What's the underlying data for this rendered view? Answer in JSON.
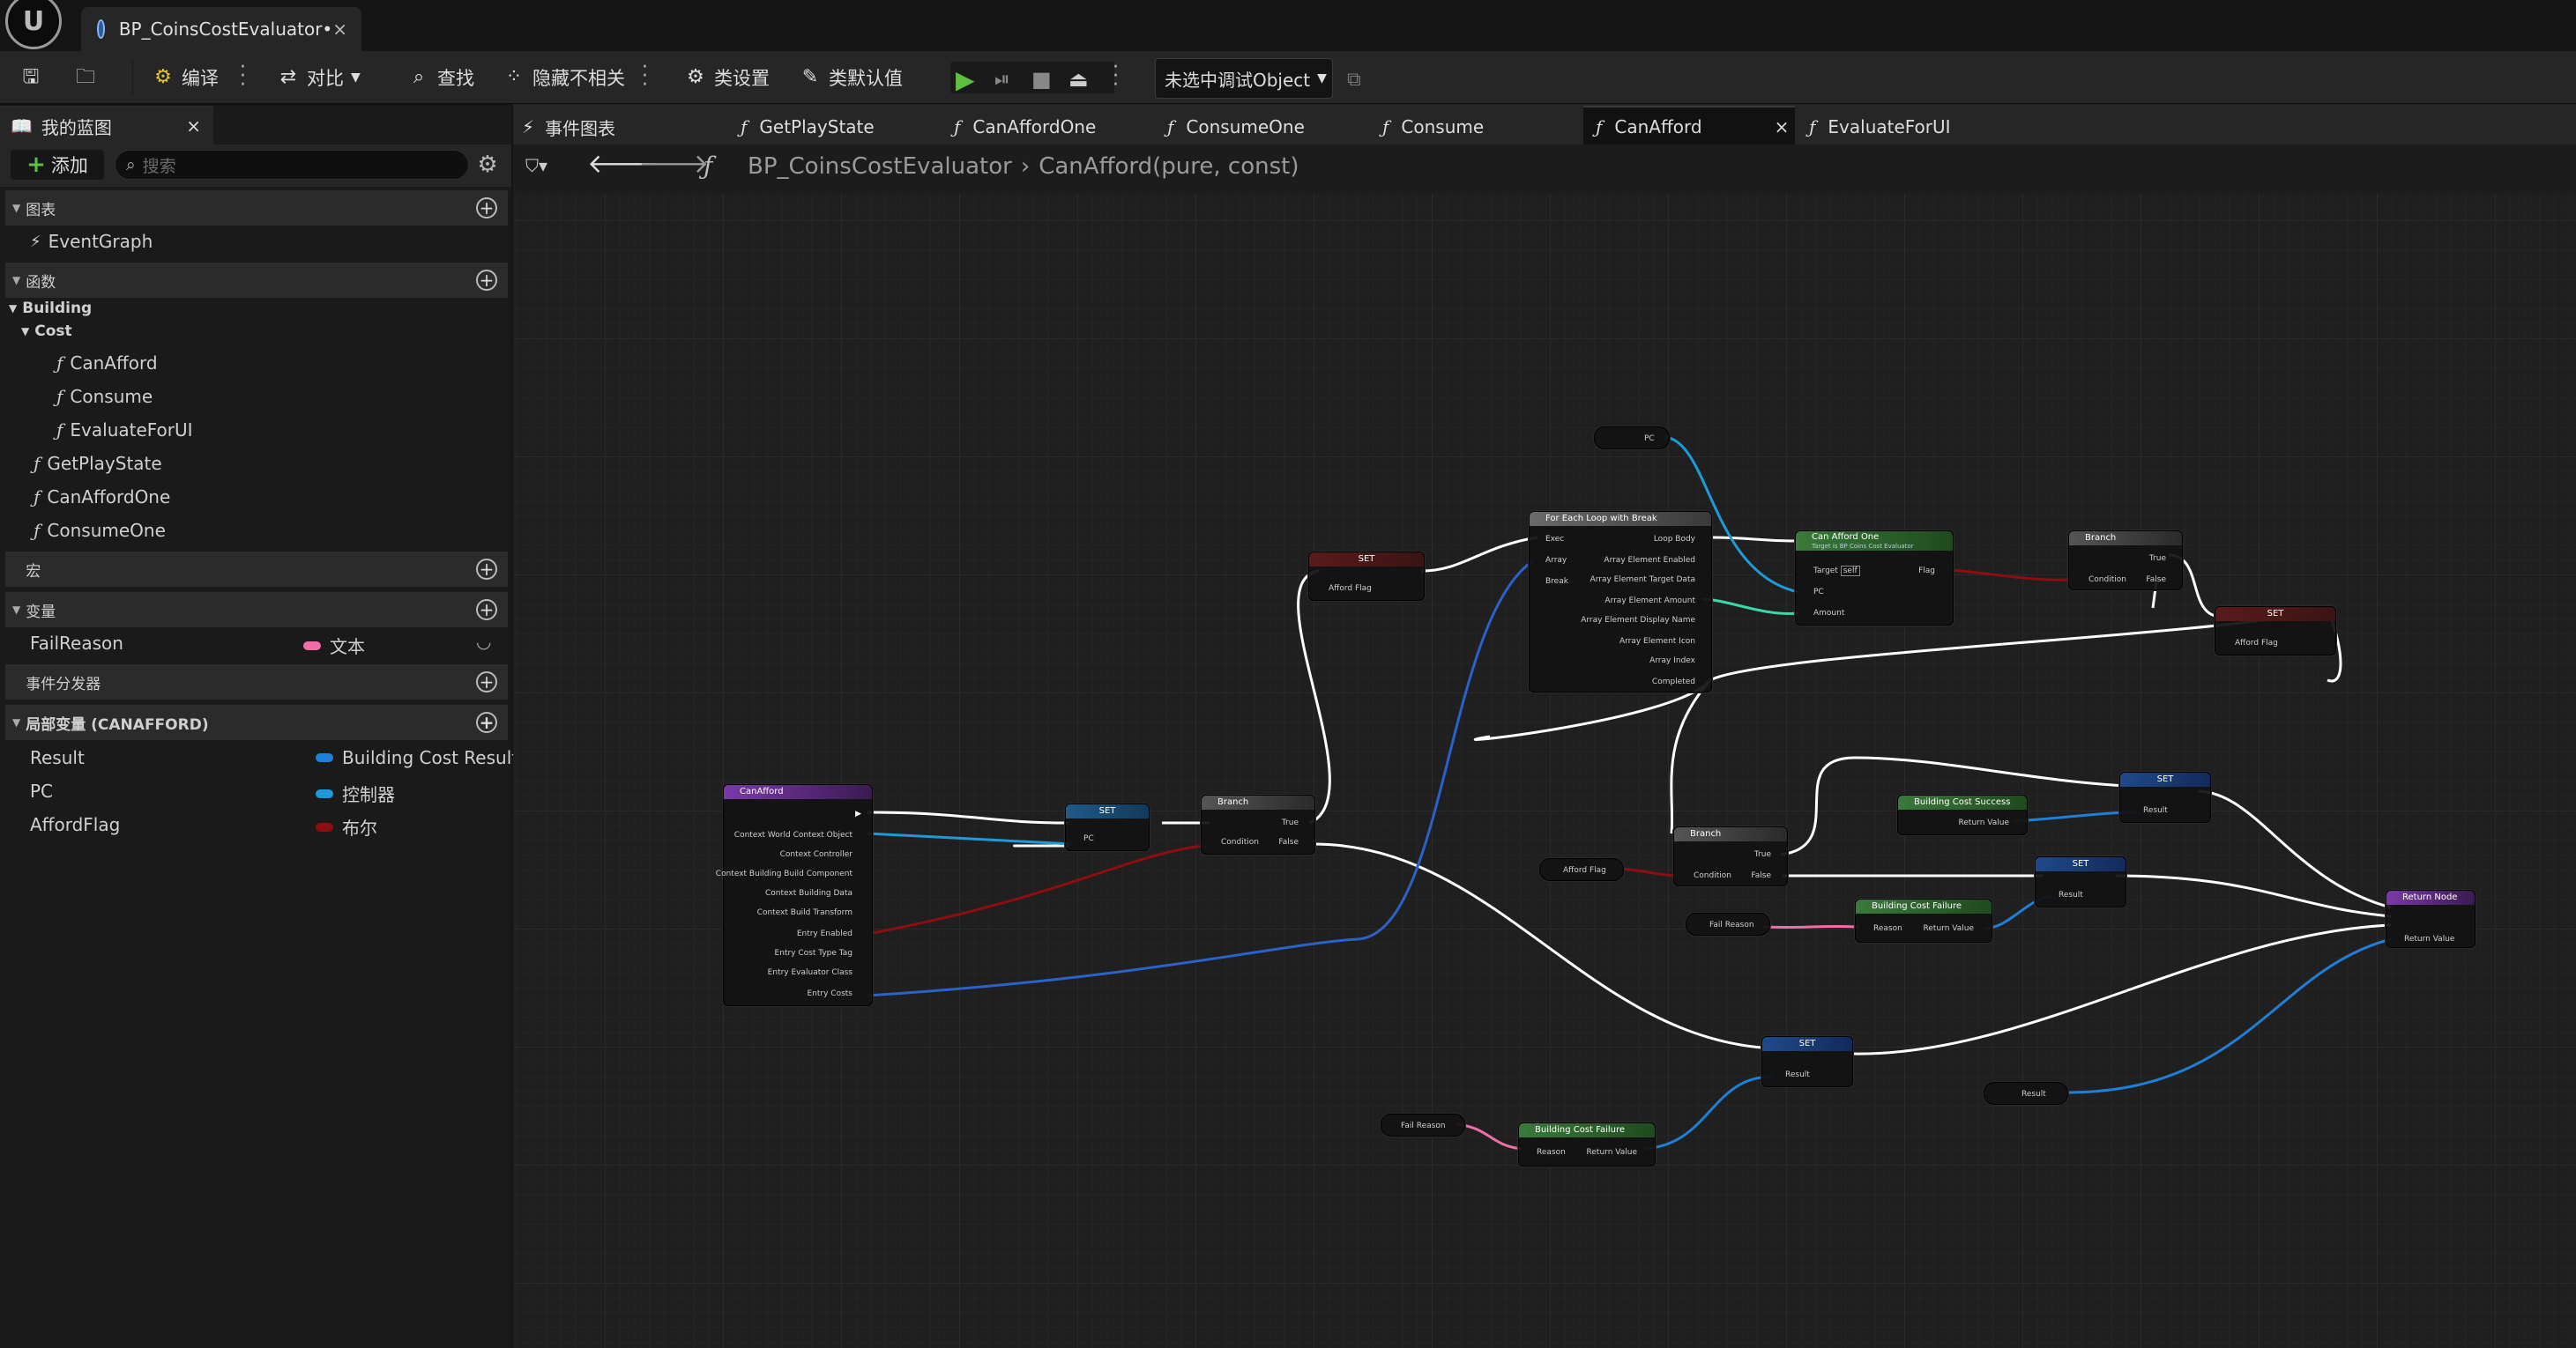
{
  "document_tab": {
    "title": "BP_CoinsCostEvaluator•",
    "close": "×"
  },
  "toolbar": {
    "compile": "编译",
    "diff": "对比",
    "find": "查找",
    "hide_unrelated": "隐藏不相关",
    "class_settings": "类设置",
    "class_defaults": "类默认值",
    "debug_object": "未选中调试Object"
  },
  "my_blueprint": {
    "tab_title": "我的蓝图",
    "add_label": "添加",
    "search_placeholder": "搜索",
    "sections": {
      "graphs": "图表",
      "functions": "函数",
      "macros": "宏",
      "variables": "变量",
      "dispatchers": "事件分发器",
      "locals": "局部变量 (CANAFFORD)"
    },
    "graphs": [
      "EventGraph"
    ],
    "categories": {
      "building": "Building",
      "cost": "Cost"
    },
    "cost_functions": [
      "CanAfford",
      "Consume",
      "EvaluateForUI"
    ],
    "functions": [
      "GetPlayState",
      "CanAffordOne",
      "ConsumeOne"
    ],
    "variables": [
      {
        "name": "FailReason",
        "type": "文本",
        "color": "#f06ea8"
      }
    ],
    "locals": [
      {
        "name": "Result",
        "type": "Building Cost Result",
        "color": "#1f7fd8"
      },
      {
        "name": "PC",
        "type": "控制器",
        "color": "#1f9ad8"
      },
      {
        "name": "AffordFlag",
        "type": "布尔",
        "color": "#8c0e0e"
      }
    ]
  },
  "graph_tabs": [
    "事件图表",
    "GetPlayState",
    "CanAffordOne",
    "ConsumeOne",
    "Consume",
    "CanAfford",
    "EvaluateForUI"
  ],
  "breadcrumb": {
    "blueprint": "BP_CoinsCostEvaluator",
    "function": "CanAfford(pure, const)"
  },
  "nodes": {
    "canafford_entry": {
      "title": "CanAfford",
      "pins": [
        "Context World Context Object",
        "Context Controller",
        "Context Building Build Component",
        "Context Building Data",
        "Context Build Transform",
        "Entry Enabled",
        "Entry Cost Type Tag",
        "Entry Evaluator Class",
        "Entry Costs"
      ]
    },
    "set": "SET",
    "branch": "Branch",
    "true": "True",
    "false": "False",
    "condition": "Condition",
    "pc": "PC",
    "afford_flag": "Afford Flag",
    "result": "Result",
    "fail_reason": "Fail Reason",
    "reason": "Reason",
    "return_value": "Return Value",
    "foreach": {
      "title": "For Each Loop with Break",
      "inputs": [
        "Exec",
        "Array",
        "Break"
      ],
      "outputs": [
        "Loop Body",
        "Array Element Enabled",
        "Array Element Target Data",
        "Array Element Amount",
        "Array Element Display Name",
        "Array Element Icon",
        "Array Index",
        "Completed"
      ]
    },
    "can_afford_one": {
      "title": "Can Afford One",
      "subtitle": "Target is BP Coins Cost Evaluator",
      "target": "Target",
      "self": "self",
      "flag": "Flag",
      "amount": "Amount"
    },
    "success": "Building Cost Success",
    "failure": "Building Cost Failure",
    "return_node": "Return Node"
  }
}
